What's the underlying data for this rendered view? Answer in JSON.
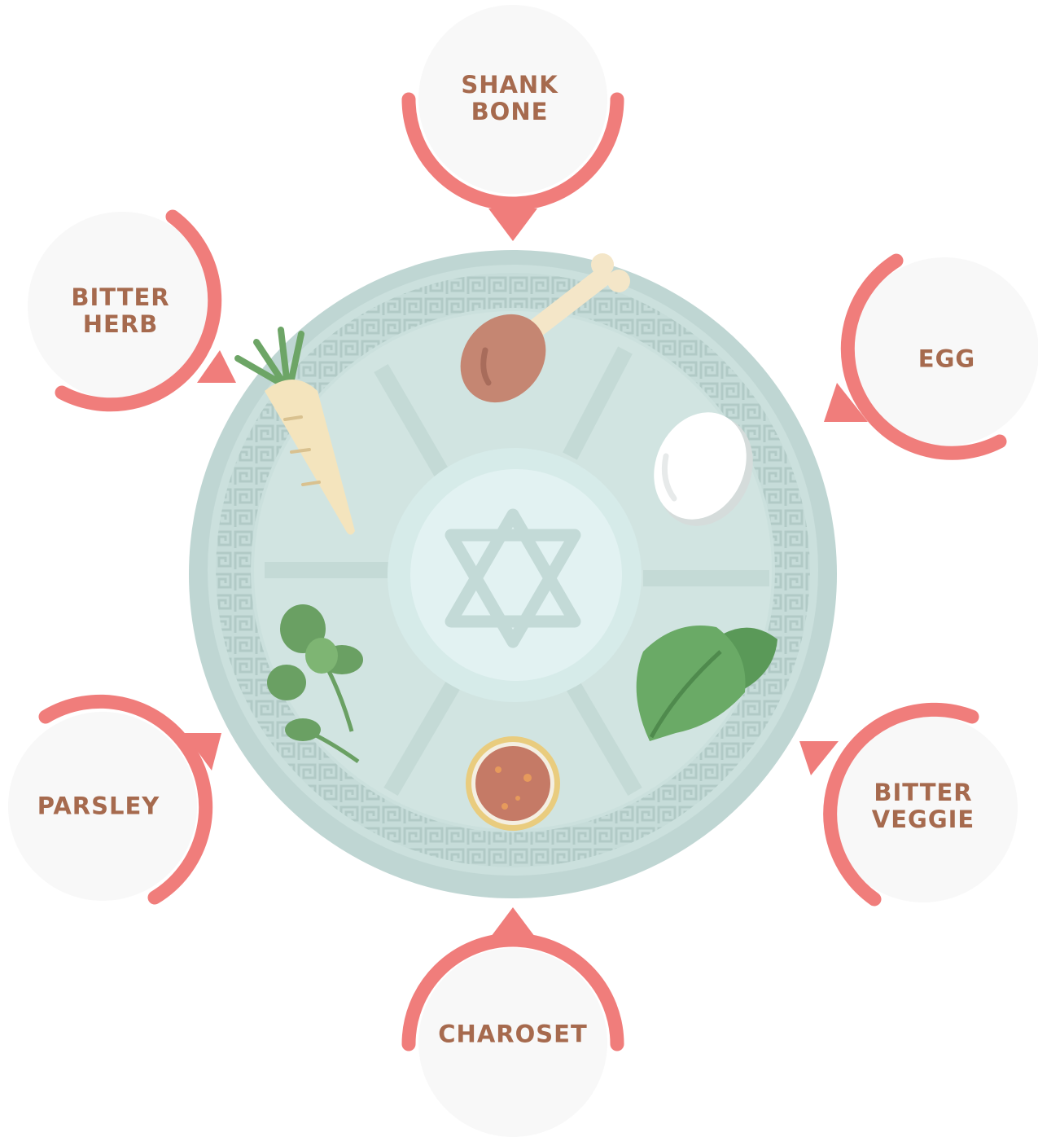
{
  "diagram": {
    "colors": {
      "label_text": "#a66a4e",
      "arc": "#f07d7b",
      "bubble": "#f8f8f8",
      "plate_outer": "#bfd6d3",
      "plate_rim": "#cbe0dd",
      "plate_inner": "#d1e4e1",
      "center_bowl": "#ddefed",
      "star": "#c3dad7"
    },
    "labels": {
      "shank_bone": "SHANK\nBONE",
      "egg": "EGG",
      "bitter_veggie": "BITTER\nVEGGIE",
      "charoset": "CHAROSET",
      "parsley": "PARSLEY",
      "bitter_herb": "BITTER\nHERB"
    },
    "icons": [
      "shank-bone-icon",
      "egg-icon",
      "lettuce-icon",
      "charoset-bowl-icon",
      "parsley-icon",
      "horseradish-icon",
      "star-of-david-icon"
    ]
  }
}
